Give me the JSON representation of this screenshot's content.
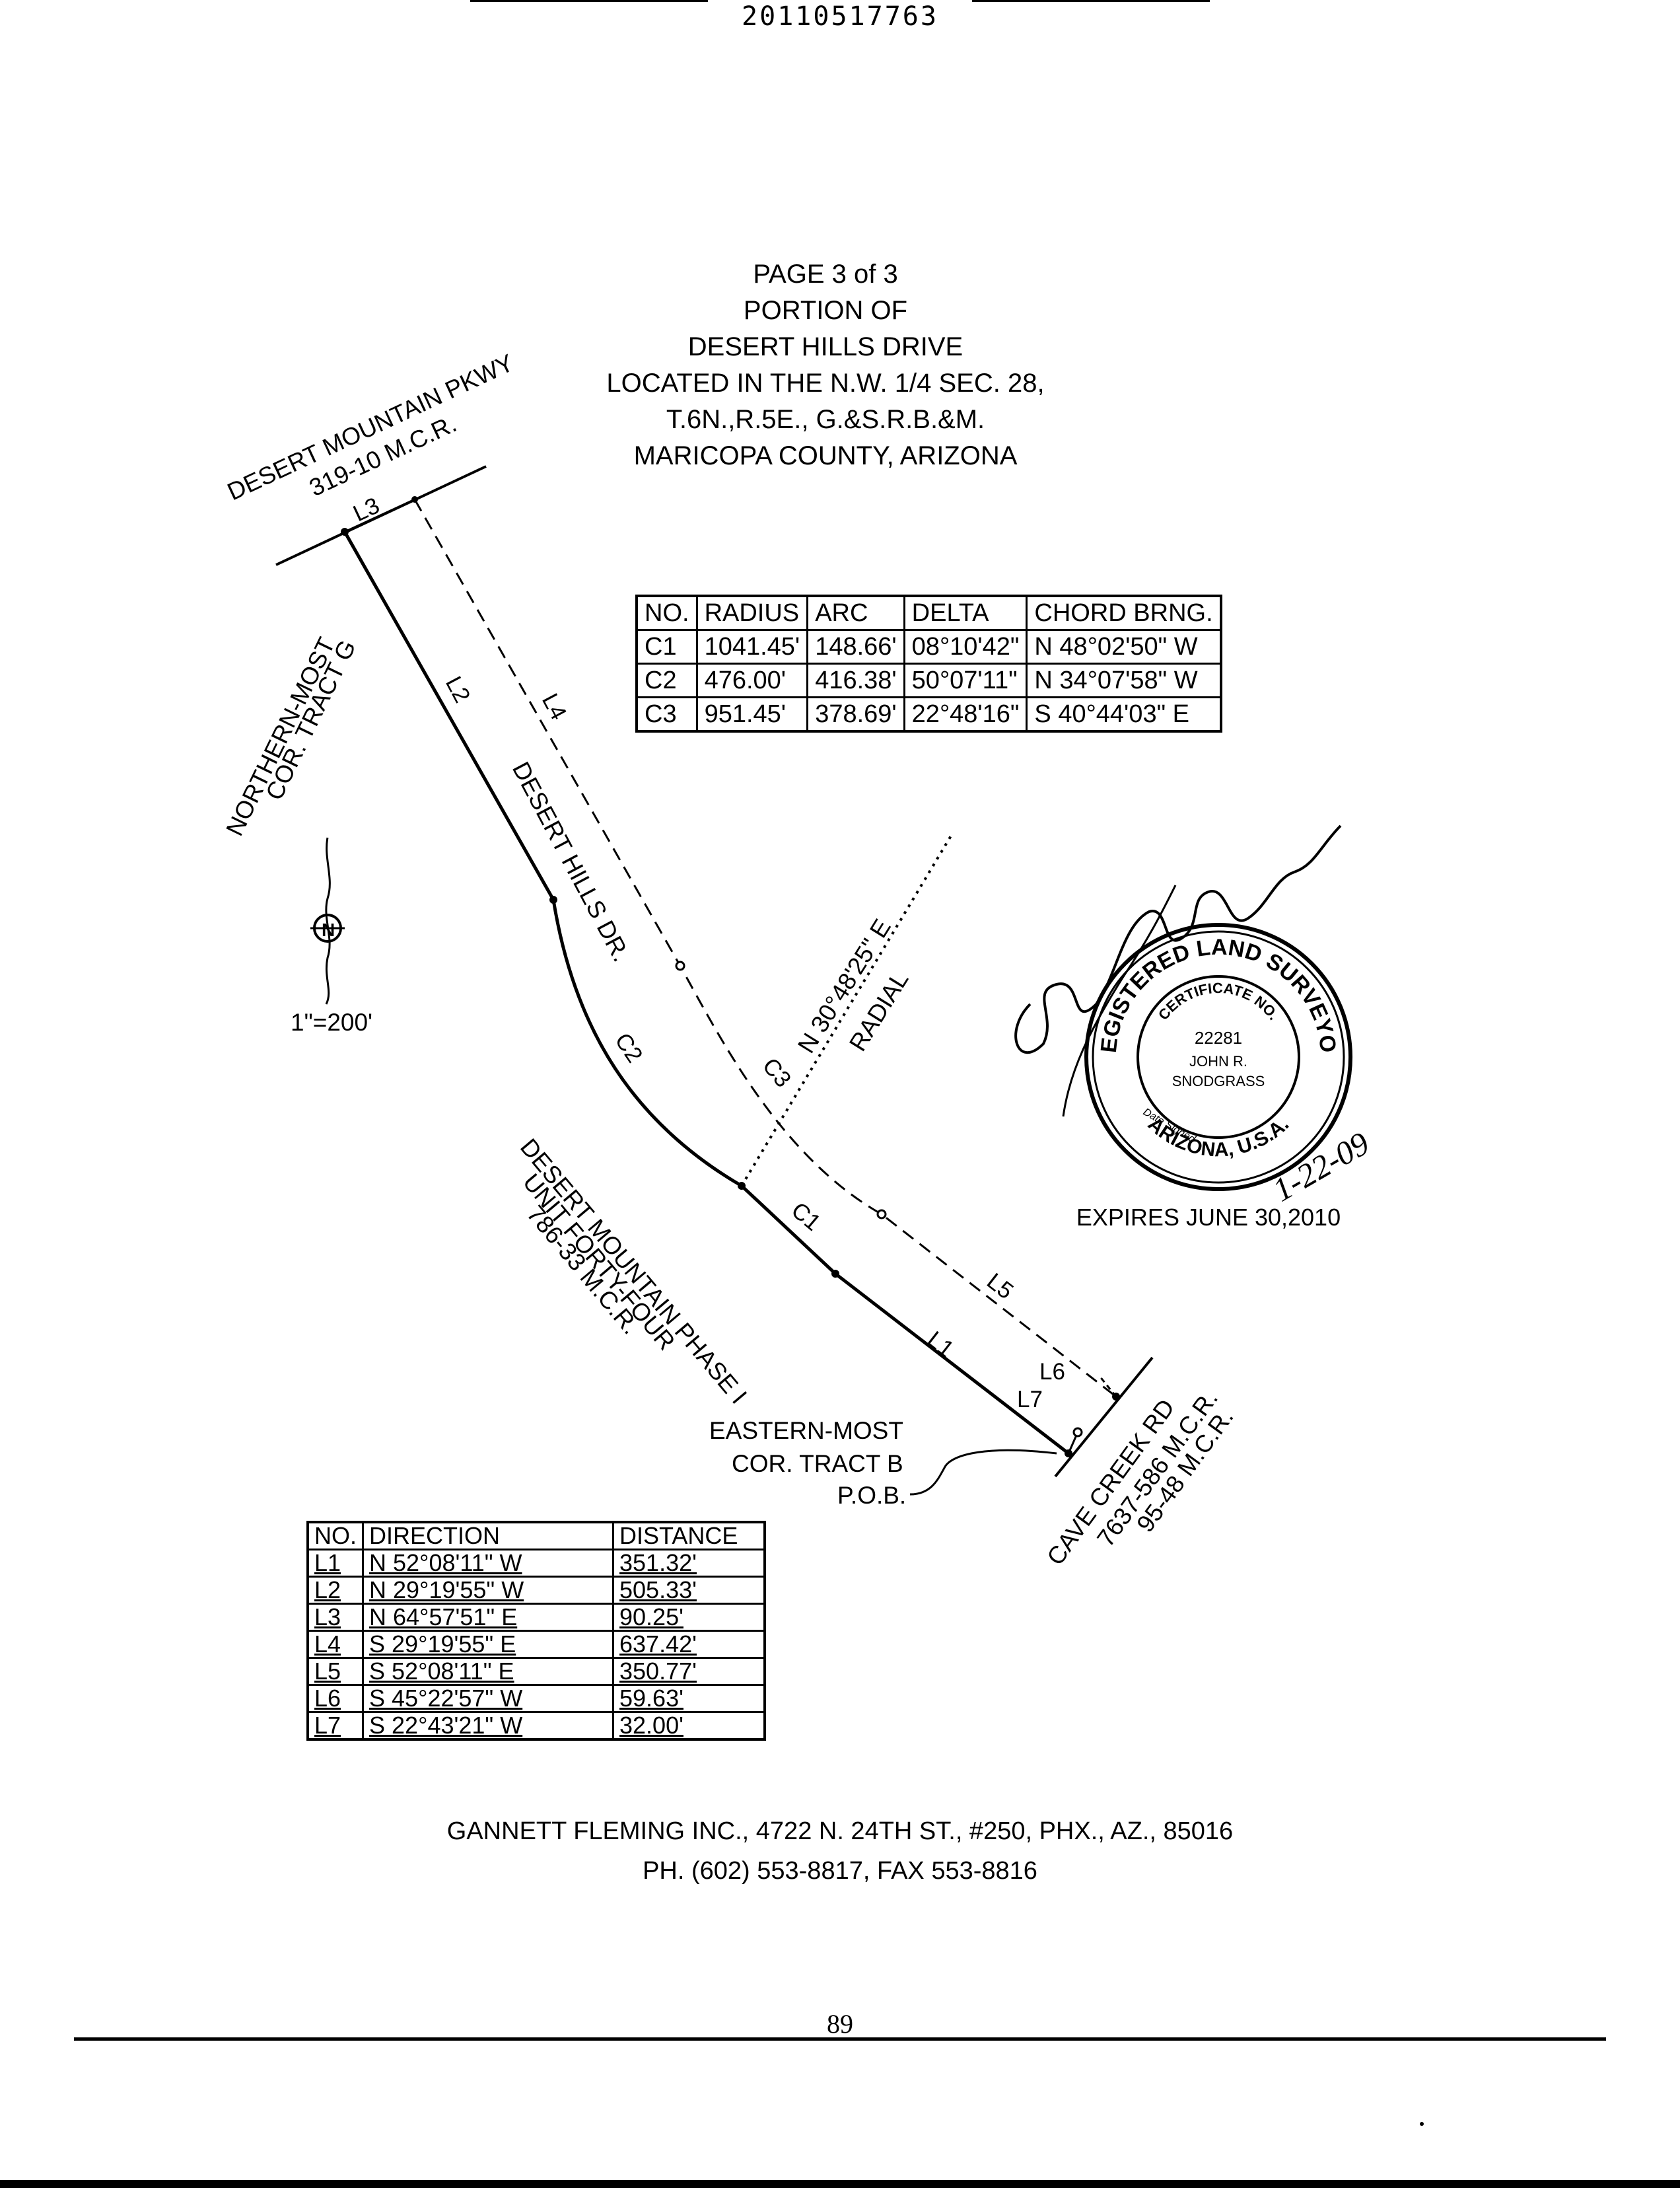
{
  "header": {
    "document_number": "20110517763"
  },
  "title": {
    "lines": [
      "PAGE 3 of 3",
      "PORTION OF",
      "DESERT HILLS DRIVE",
      "LOCATED IN THE N.W. 1/4 SEC. 28,",
      "T.6N.,R.5E., G.&S.R.B.&M.",
      "MARICOPA COUNTY, ARIZONA"
    ]
  },
  "drawing": {
    "labels": {
      "pkwy_line1": "DESERT MOUNTAIN PKWY",
      "pkwy_line2": "319-10 M.C.R.",
      "tract_g_line1": "NORTHERN-MOST",
      "tract_g_line2": "COR. TRACT G",
      "street": "DESERT HILLS DR.",
      "radial_line1": "N 30°48'25\" E",
      "radial_line2": "RADIAL",
      "phase_line1": "DESERT MOUNTAIN PHASE I",
      "phase_line2": "UNIT FORTY-FOUR",
      "phase_line3": "786-33 M.C.R.",
      "tract_b_line1": "EASTERN-MOST",
      "tract_b_line2": "COR. TRACT B",
      "tract_b_line3": "P.O.B.",
      "cave_line1": "CAVE CREEK RD",
      "cave_line2": "7637-586 M.C.R.",
      "cave_line3": "95-48 M.C.R.",
      "scale": "1\"=200'",
      "north": "N",
      "L1": "L1",
      "L2": "L2",
      "L3": "L3",
      "L4": "L4",
      "L5": "L5",
      "L6": "L6",
      "L7": "L7",
      "C1": "C1",
      "C2": "C2",
      "C3": "C3"
    }
  },
  "curve_table": {
    "headers": [
      "NO.",
      "RADIUS",
      "ARC",
      "DELTA",
      "CHORD BRNG."
    ],
    "rows": [
      [
        "C1",
        "1041.45'",
        "148.66'",
        "08°10'42\"",
        "N 48°02'50\" W"
      ],
      [
        "C2",
        "476.00'",
        "416.38'",
        "50°07'11\"",
        "N 34°07'58\" W"
      ],
      [
        "C3",
        "951.45'",
        "378.69'",
        "22°48'16\"",
        "S 40°44'03\" E"
      ]
    ]
  },
  "line_table": {
    "headers": [
      "NO.",
      "DIRECTION",
      "DISTANCE"
    ],
    "rows": [
      [
        "L1",
        "N 52°08'11\" W",
        "351.32'"
      ],
      [
        "L2",
        "N 29°19'55\" W",
        "505.33'"
      ],
      [
        "L3",
        "N 64°57'51\" E",
        "90.25'"
      ],
      [
        "L4",
        "S 29°19'55\" E",
        "637.42'"
      ],
      [
        "L5",
        "S 52°08'11\" E",
        "350.77'"
      ],
      [
        "L6",
        "S 45°22'57\" W",
        "59.63'"
      ],
      [
        "L7",
        "S 22°43'21\" W",
        "32.00'"
      ]
    ]
  },
  "seal": {
    "outer_top": "REGISTERED LAND SURVEYOR",
    "inner_top": "CERTIFICATE NO.",
    "number": "22281",
    "name_line1": "JOHN R.",
    "name_line2": "SNODGRASS",
    "date_signed_label": "Date Signed",
    "bottom": "ARIZONA, U.S.A.",
    "handwritten_date": "1-22-09"
  },
  "expires": "EXPIRES JUNE 30,2010",
  "footer": {
    "line1": "GANNETT FLEMING INC., 4722 N. 24TH ST., #250, PHX., AZ., 85016",
    "line2": "PH. (602) 553-8817, FAX 553-8816"
  },
  "page_number": "89"
}
